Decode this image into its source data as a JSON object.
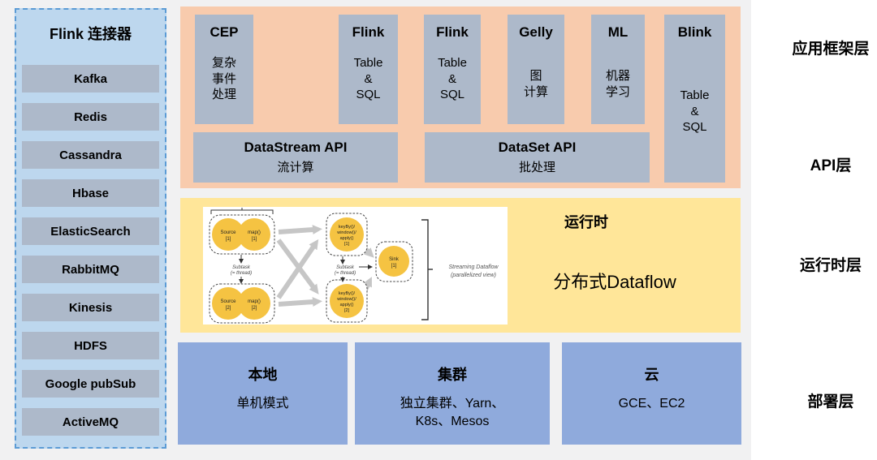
{
  "colors": {
    "backdrop": "#F1F1F2",
    "sidebar_bg": "#BDD7EE",
    "sidebar_border": "#5B9BD5",
    "block": "#ADB9CA",
    "api_bg": "#F8CBAD",
    "runtime_bg": "#FFE699",
    "deploy_box": "#8FAADC",
    "node_fill": "#F5C342",
    "arrow": "#C6C6C6"
  },
  "sidebar": {
    "title": "Flink 连接器",
    "items": [
      "Kafka",
      "Redis",
      "Cassandra",
      "Hbase",
      "ElasticSearch",
      "RabbitMQ",
      "Kinesis",
      "HDFS",
      "Google pubSub",
      "ActiveMQ"
    ]
  },
  "api_layer": {
    "blocks": [
      {
        "title": "CEP",
        "subtitle": "复杂\n事件\n处理"
      },
      {
        "title": "Flink",
        "subtitle": "Table\n&\nSQL"
      },
      {
        "title": "Flink",
        "subtitle": "Table\n&\nSQL"
      },
      {
        "title": "Gelly",
        "subtitle": "图\n计算"
      },
      {
        "title": "ML",
        "subtitle": "机器\n学习"
      },
      {
        "title": "Blink",
        "subtitle": "Table\n&\nSQL"
      }
    ],
    "bars": [
      {
        "title": "DataStream API",
        "subtitle": "流计算"
      },
      {
        "title": "DataSet API",
        "subtitle": "批处理"
      }
    ]
  },
  "runtime_layer": {
    "title": "运行时",
    "subtitle": "分布式Dataflow",
    "dataflow": {
      "groups": [
        {
          "a": "Source",
          "an": "[1]",
          "b": "map()",
          "bn": "[1]"
        },
        {
          "a": "Source",
          "an": "[2]",
          "b": "map()",
          "bn": "[2]"
        }
      ],
      "ops": [
        [
          "keyBy()/",
          "window()/",
          "apply()",
          "[1]"
        ],
        [
          "keyBy()/",
          "window()/",
          "apply()",
          "[2]"
        ]
      ],
      "sink": [
        "Sink",
        "[1]"
      ],
      "subtask": [
        "Subtask",
        "(= thread)"
      ],
      "caption": [
        "Streaming Dataflow",
        "(parallelized view)"
      ]
    }
  },
  "deployment": {
    "boxes": [
      {
        "title": "本地",
        "subtitle": "单机模式"
      },
      {
        "title": "集群",
        "subtitle": "独立集群、Yarn、\nK8s、Mesos"
      },
      {
        "title": "云",
        "subtitle": "GCE、EC2"
      }
    ]
  },
  "layers": [
    "应用框架层",
    "API层",
    "运行时层",
    "部署层"
  ]
}
